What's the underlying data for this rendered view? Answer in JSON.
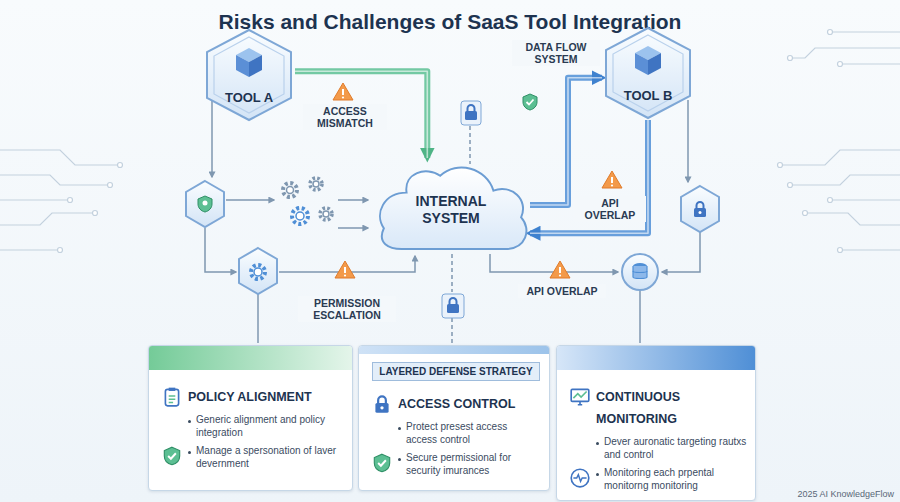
{
  "diagram": {
    "title": "Risks and Challenges of SaaS Tool Integration",
    "nodes": [
      {
        "text": [
          "TOOL A"
        ]
      },
      {
        "text": [
          "INTERNAL SYSTEM"
        ]
      },
      {
        "text": [
          "TOOL B"
        ]
      },
      {
        "text": [
          "POLICY ALIGNMENT",
          "Generic alignment and policy integration",
          "Manage a spersonation of laver devernment"
        ]
      },
      {
        "text": [
          "LAYERED DEFENSE STRATEGY",
          "ACCESS CONTROL",
          "Protect presest access access control",
          "Secure permissional for security imurances"
        ]
      },
      {
        "text": [
          "CONTINUOUS MONITORING",
          "Dever auronatic targeting rautxs and control",
          "Monitoring each prpental monitorng monitoring"
        ]
      }
    ],
    "edges": [
      {
        "from": 0,
        "to": 1,
        "label": "ACCESS MISMATCH",
        "arrow": "to"
      },
      {
        "from": 1,
        "to": 2,
        "label": "DATA FLOW SYSTEM",
        "arrow": "to"
      },
      {
        "from": 2,
        "to": 1,
        "label": "API OVERLAP",
        "arrow": "to"
      }
    ],
    "labels": [
      "PERMISSION ESCALATION",
      "API OVERLAP",
      "2025 AI KnowledgeFlow"
    ]
  }
}
